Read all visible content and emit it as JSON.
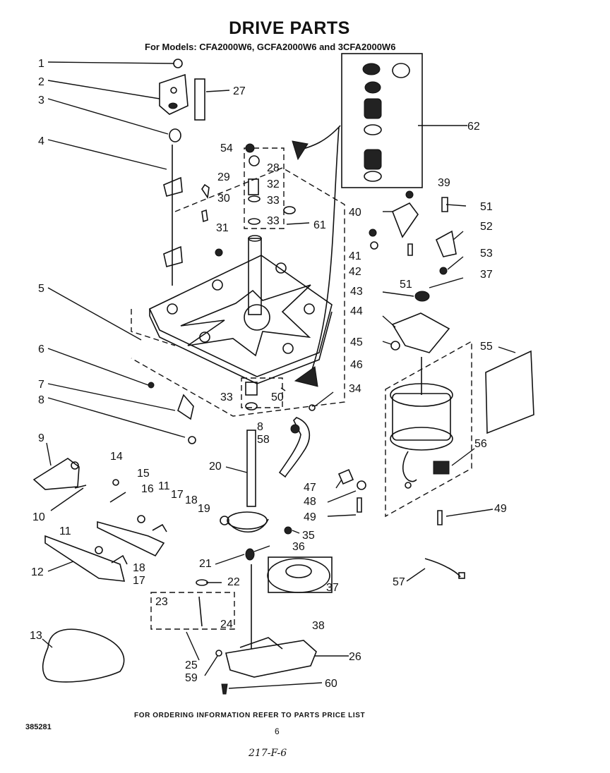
{
  "title": "DRIVE PARTS",
  "models_line": "For Models: CFA2000W6, GCFA2000W6 and 3CFA2000W6",
  "footer": {
    "order_note": "FOR ORDERING INFORMATION REFER TO PARTS PRICE LIST",
    "doc_number": "385281",
    "page_number": "6",
    "handwritten_ref": "217-F-6"
  },
  "callouts": {
    "c1": "1",
    "c2": "2",
    "c3": "3",
    "c4": "4",
    "c5": "5",
    "c6": "6",
    "c7": "7",
    "c8a": "8",
    "c8b": "8",
    "c9": "9",
    "c10": "10",
    "c11a": "11",
    "c11b": "11",
    "c12": "12",
    "c13": "13",
    "c14": "14",
    "c15": "15",
    "c16": "16",
    "c17a": "17",
    "c17b": "17",
    "c18a": "18",
    "c18b": "18",
    "c19": "19",
    "c20": "20",
    "c21": "21",
    "c22": "22",
    "c23": "23",
    "c24": "24",
    "c25": "25",
    "c26": "26",
    "c27": "27",
    "c28": "28",
    "c29": "29",
    "c30": "30",
    "c31": "31",
    "c32": "32",
    "c33a": "33",
    "c33b": "33",
    "c33c": "33",
    "c34": "34",
    "c35": "35",
    "c36": "36",
    "c37a": "37",
    "c37b": "37",
    "c38": "38",
    "c39": "39",
    "c40": "40",
    "c41": "41",
    "c42": "42",
    "c43": "43",
    "c44": "44",
    "c45": "45",
    "c46": "46",
    "c47": "47",
    "c48": "48",
    "c49a": "49",
    "c49b": "49",
    "c50": "50",
    "c51a": "51",
    "c51b": "51",
    "c52": "52",
    "c53": "53",
    "c54": "54",
    "c55": "55",
    "c56": "56",
    "c57": "57",
    "c58": "58",
    "c59": "59",
    "c60": "60",
    "c61": "61",
    "c62": "62"
  }
}
